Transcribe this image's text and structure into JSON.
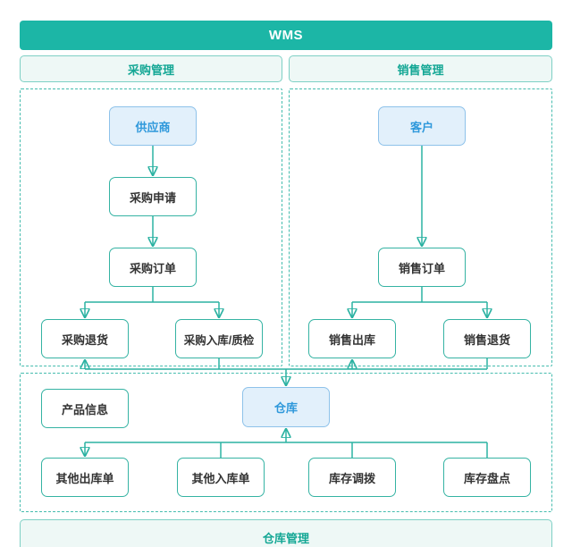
{
  "title": "WMS",
  "sections": {
    "purchase": "采购管理",
    "sales": "销售管理",
    "warehouse": "仓库管理"
  },
  "nodes": {
    "supplier": {
      "label": "供应商",
      "type": "actor"
    },
    "purchase_request": {
      "label": "采购申请",
      "type": "process"
    },
    "purchase_order": {
      "label": "采购订单",
      "type": "process"
    },
    "purchase_return": {
      "label": "采购退货",
      "type": "process"
    },
    "purchase_inbound_qc": {
      "label": "采购入库/质检",
      "type": "process"
    },
    "customer": {
      "label": "客户",
      "type": "actor"
    },
    "sales_order": {
      "label": "销售订单",
      "type": "process"
    },
    "sales_outbound": {
      "label": "销售出库",
      "type": "process"
    },
    "sales_return": {
      "label": "销售退货",
      "type": "process"
    },
    "product_info": {
      "label": "产品信息",
      "type": "process"
    },
    "warehouse": {
      "label": "仓库",
      "type": "actor"
    },
    "other_outbound": {
      "label": "其他出库单",
      "type": "process"
    },
    "other_inbound": {
      "label": "其他入库单",
      "type": "process"
    },
    "inventory_transfer": {
      "label": "库存调拨",
      "type": "process"
    },
    "inventory_count": {
      "label": "库存盘点",
      "type": "process"
    }
  },
  "edges": [
    {
      "from": "供应商",
      "to": "采购申请",
      "arrow": true
    },
    {
      "from": "采购申请",
      "to": "采购订单",
      "arrow": true
    },
    {
      "from": "采购订单",
      "to": "采购退货",
      "arrow": true
    },
    {
      "from": "采购订单",
      "to": "采购入库/质检",
      "arrow": true
    },
    {
      "from": "客户",
      "to": "销售订单",
      "arrow": true
    },
    {
      "from": "销售订单",
      "to": "销售出库",
      "arrow": true
    },
    {
      "from": "销售订单",
      "to": "销售退货",
      "arrow": true
    },
    {
      "from": "采购入库/质检",
      "to": "仓库",
      "arrow": true
    },
    {
      "from": "销售退货",
      "to": "仓库",
      "arrow": true
    },
    {
      "from": "仓库",
      "to": "采购退货",
      "arrow": true
    },
    {
      "from": "仓库",
      "to": "销售出库",
      "arrow": true
    },
    {
      "from": "仓库",
      "to": "其他出库单",
      "arrow": true
    },
    {
      "from": "其他入库单",
      "to": "仓库",
      "arrow": true
    },
    {
      "from": "库存调拨",
      "to": "仓库",
      "arrow": false
    },
    {
      "from": "库存盘点",
      "to": "仓库",
      "arrow": false
    }
  ],
  "colors": {
    "header_fill": "#1cb6a6",
    "section_fill": "#eef8f6",
    "section_border": "#7ed0c5",
    "section_text": "#14a795",
    "line": "#2bb2a2",
    "dashed_border": "#45bcae",
    "process_border": "#35b3a3",
    "process_text": "#333333",
    "actor_fill": "#e2f0fb",
    "actor_border": "#8ec2ea",
    "actor_text": "#2e98db"
  }
}
